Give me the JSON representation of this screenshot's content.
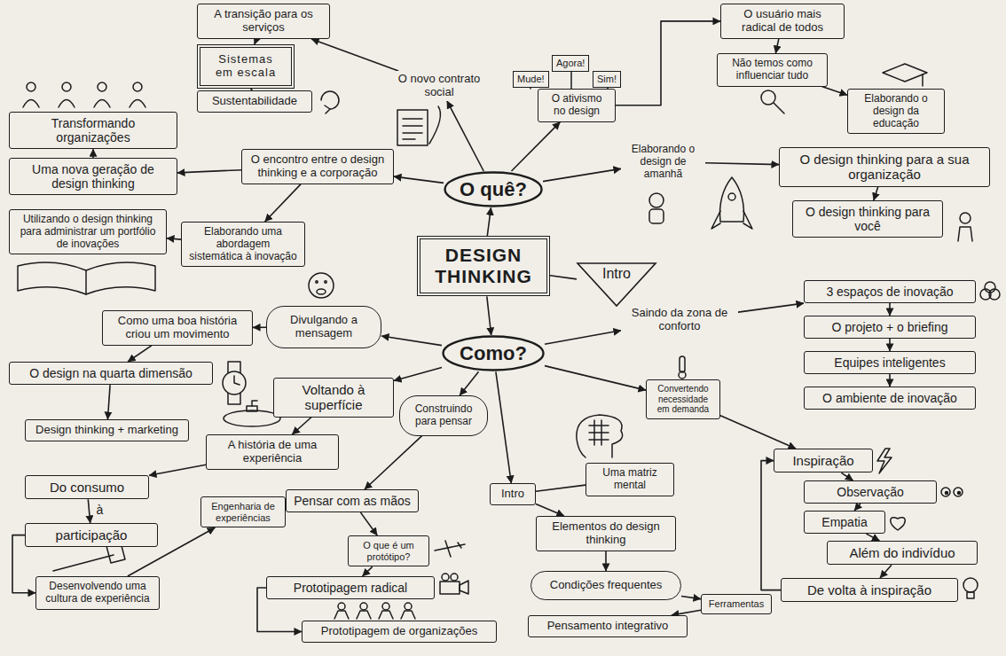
{
  "diagram": {
    "nodes": [
      {
        "text": [
          "DESIGN THINKING"
        ]
      },
      {
        "text": [
          "O quê?"
        ]
      },
      {
        "text": [
          "Como?"
        ]
      },
      {
        "text": [
          "Intro"
        ]
      },
      {
        "text": [
          "O encontro entre o design thinking e a corporação"
        ]
      },
      {
        "text": [
          "O novo contrato social"
        ]
      },
      {
        "text": [
          "O ativismo no design"
        ]
      },
      {
        "text": [
          "Elaborando o design de amanhã"
        ]
      },
      {
        "text": [
          "O usuário mais radical de todos"
        ]
      },
      {
        "text": [
          "Não temos como influenciar tudo"
        ]
      },
      {
        "text": [
          "Elaborando o design da educação"
        ]
      },
      {
        "text": [
          "O design thinking para a sua organização"
        ]
      },
      {
        "text": [
          "O design thinking para você"
        ]
      },
      {
        "text": [
          "A transição para os serviços"
        ]
      },
      {
        "text": [
          "Sistemas em escala"
        ]
      },
      {
        "text": [
          "Sustentabilidade"
        ]
      },
      {
        "text": [
          "Transformando organizações"
        ]
      },
      {
        "text": [
          "Uma nova geração de design thinking"
        ]
      },
      {
        "text": [
          "Utilizando o design thinking para administrar um portfólio de inovações"
        ]
      },
      {
        "text": [
          "Elaborando uma abordagem sistemática à inovação"
        ]
      },
      {
        "text": [
          "Divulgando a mensagem"
        ]
      },
      {
        "text": [
          "Como uma boa história criou um movimento"
        ]
      },
      {
        "text": [
          "O design na quarta dimensão"
        ]
      },
      {
        "text": [
          "Design thinking + marketing"
        ]
      },
      {
        "text": [
          "Voltando à superfície"
        ]
      },
      {
        "text": [
          "A história de uma experiência"
        ]
      },
      {
        "text": [
          "Do consumo"
        ]
      },
      {
        "text": [
          "participação"
        ]
      },
      {
        "text": [
          "Desenvolvendo uma cultura de experiência"
        ]
      },
      {
        "text": [
          "Engenharia de experiências"
        ]
      },
      {
        "text": [
          "Construindo para pensar"
        ]
      },
      {
        "text": [
          "Pensar com as mãos"
        ]
      },
      {
        "text": [
          "O que é um protótipo?"
        ]
      },
      {
        "text": [
          "Prototipagem radical"
        ]
      },
      {
        "text": [
          "Prototipagem de organizações"
        ]
      },
      {
        "text": [
          "Uma matriz mental"
        ]
      },
      {
        "text": [
          "Intro"
        ]
      },
      {
        "text": [
          "Elementos do design thinking"
        ]
      },
      {
        "text": [
          "Condições frequentes"
        ]
      },
      {
        "text": [
          "Ferramentas"
        ]
      },
      {
        "text": [
          "Pensamento integrativo"
        ]
      },
      {
        "text": [
          "Saindo da zona de conforto"
        ]
      },
      {
        "text": [
          "3 espaços de inovação"
        ]
      },
      {
        "text": [
          "O projeto + o briefing"
        ]
      },
      {
        "text": [
          "Equipes inteligentes"
        ]
      },
      {
        "text": [
          "O ambiente de inovação"
        ]
      },
      {
        "text": [
          "Convertendo necessidade em demanda"
        ]
      },
      {
        "text": [
          "Inspiração"
        ]
      },
      {
        "text": [
          "Observação"
        ]
      },
      {
        "text": [
          "Empatia"
        ]
      },
      {
        "text": [
          "Além do indivíduo"
        ]
      },
      {
        "text": [
          "De volta à inspiração"
        ]
      }
    ],
    "edges": [
      {
        "from": 0,
        "to": 1,
        "arrow": "to"
      },
      {
        "from": 0,
        "to": 2,
        "arrow": "to"
      },
      {
        "from": 0,
        "to": 3,
        "arrow": "none"
      },
      {
        "from": 1,
        "to": 4,
        "arrow": "to"
      },
      {
        "from": 1,
        "to": 5,
        "arrow": "to"
      },
      {
        "from": 1,
        "to": 6,
        "arrow": "to"
      },
      {
        "from": 1,
        "to": 7,
        "arrow": "to"
      },
      {
        "from": 7,
        "to": 11,
        "arrow": "to"
      },
      {
        "from": 11,
        "to": 12,
        "arrow": "to"
      },
      {
        "from": 6,
        "to": 8,
        "arrow": "to"
      },
      {
        "from": 8,
        "to": 9,
        "arrow": "to"
      },
      {
        "from": 9,
        "to": 10,
        "arrow": "to"
      },
      {
        "from": 5,
        "to": 13,
        "arrow": "to"
      },
      {
        "from": 13,
        "to": 14,
        "arrow": "to"
      },
      {
        "from": 14,
        "to": 15,
        "arrow": "to"
      },
      {
        "from": 4,
        "to": 17,
        "arrow": "to"
      },
      {
        "from": 17,
        "to": 16,
        "arrow": "to"
      },
      {
        "from": 4,
        "to": 19,
        "arrow": "to"
      },
      {
        "from": 19,
        "to": 18,
        "arrow": "to"
      },
      {
        "from": 2,
        "to": 20,
        "arrow": "to"
      },
      {
        "from": 20,
        "to": 21,
        "arrow": "to"
      },
      {
        "from": 21,
        "to": 22,
        "arrow": "to"
      },
      {
        "from": 22,
        "to": 23,
        "arrow": "to"
      },
      {
        "from": 2,
        "to": 24,
        "arrow": "to"
      },
      {
        "from": 24,
        "to": 25,
        "arrow": "to"
      },
      {
        "from": 25,
        "to": 26,
        "arrow": "to"
      },
      {
        "from": 26,
        "to": 27,
        "label": "à",
        "arrow": "to"
      },
      {
        "from": 27,
        "to": 28,
        "arrow": "to"
      },
      {
        "from": 28,
        "to": 29,
        "arrow": "to"
      },
      {
        "from": 2,
        "to": 30,
        "arrow": "to"
      },
      {
        "from": 30,
        "to": 31,
        "arrow": "to"
      },
      {
        "from": 31,
        "to": 32,
        "arrow": "to"
      },
      {
        "from": 32,
        "to": 33,
        "arrow": "to"
      },
      {
        "from": 33,
        "to": 34,
        "arrow": "to"
      },
      {
        "from": 2,
        "to": 36,
        "arrow": "to"
      },
      {
        "from": 36,
        "to": 35,
        "arrow": "none"
      },
      {
        "from": 36,
        "to": 37,
        "arrow": "to"
      },
      {
        "from": 37,
        "to": 38,
        "arrow": "to"
      },
      {
        "from": 38,
        "to": 39,
        "arrow": "to"
      },
      {
        "from": 39,
        "to": 40,
        "arrow": "to"
      },
      {
        "from": 2,
        "to": 41,
        "arrow": "to"
      },
      {
        "from": 41,
        "to": 42,
        "arrow": "to"
      },
      {
        "from": 42,
        "to": 43,
        "arrow": "to"
      },
      {
        "from": 43,
        "to": 44,
        "arrow": "to"
      },
      {
        "from": 44,
        "to": 45,
        "arrow": "to"
      },
      {
        "from": 2,
        "to": 46,
        "arrow": "to"
      },
      {
        "from": 46,
        "to": 47,
        "arrow": "to"
      },
      {
        "from": 47,
        "to": 48,
        "arrow": "to"
      },
      {
        "from": 48,
        "to": 49,
        "arrow": "to"
      },
      {
        "from": 49,
        "to": 50,
        "arrow": "to"
      },
      {
        "from": 50,
        "to": 51,
        "arrow": "to"
      },
      {
        "from": 51,
        "to": 47,
        "arrow": "to"
      }
    ],
    "labels": [
      "Mude!",
      "Agora!",
      "Sim!"
    ]
  }
}
